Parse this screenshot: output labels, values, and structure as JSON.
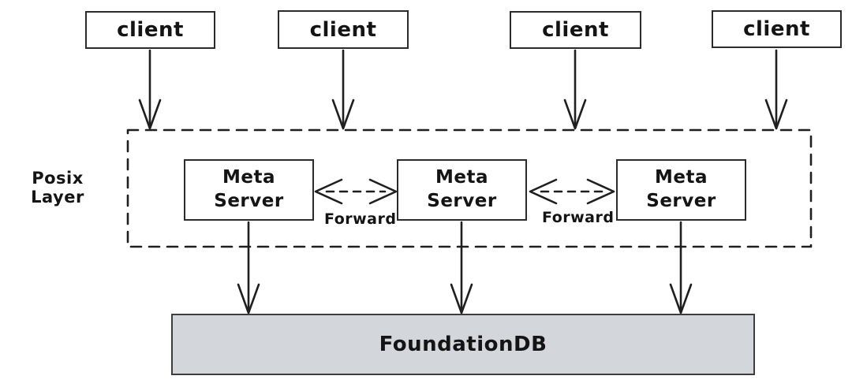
{
  "diagram": {
    "title_context": "Metadata service architecture",
    "colors": {
      "background": "#ffffff",
      "stroke": "#1f1f1f",
      "box_border": "#2b2b2b",
      "foundationdb_fill": "#d3d7db",
      "text": "#141414"
    },
    "posix_layer": {
      "label": "Posix Layer"
    },
    "clients": [
      {
        "label": "client"
      },
      {
        "label": "client"
      },
      {
        "label": "client"
      },
      {
        "label": "client"
      }
    ],
    "meta_servers": [
      {
        "label": "Meta\nServer"
      },
      {
        "label": "Meta\nServer"
      },
      {
        "label": "Meta\nServer"
      }
    ],
    "forward_edges": [
      {
        "label": "Forward"
      },
      {
        "label": "Forward"
      }
    ],
    "database": {
      "label": "FoundationDB"
    }
  }
}
